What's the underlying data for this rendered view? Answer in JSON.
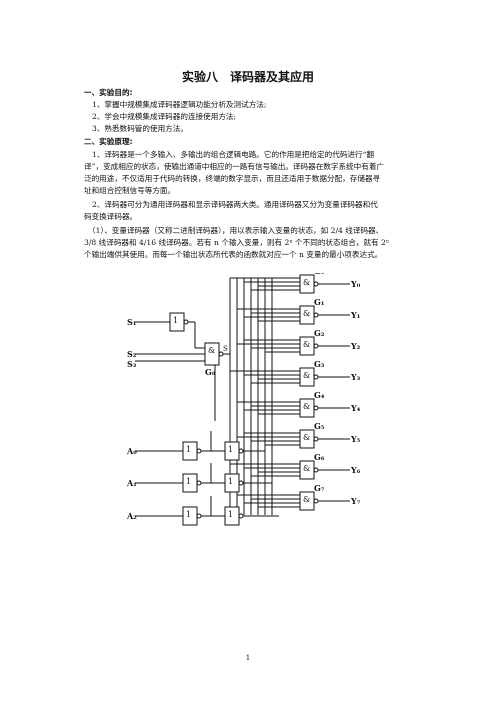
{
  "doc": {
    "title": "实验八　译码器及其应用",
    "sec1_heading": "一、实验目的:",
    "purpose": [
      "1、掌握中规模集成译码器逻辑功能分析及测试方法;",
      "2、学会中规模集成译码器的连接使用方法;",
      "3、熟悉数码管的使用方法。"
    ],
    "sec2_heading": "二、实验原理:",
    "principle_lines": [
      "1、译码器是一个多输入、多输出的组合逻辑电路。它的作用是把给定的代码进行“翻",
      "译”，变成相应的状态，使输出通道中相应的一路有信号输出。译码器在数字系统中有着广",
      "泛的用途，不仅适用于代码的转换，终端的数字显示，而且还适用于数据分配，存储器寻",
      "址和组合控制信号等方面。",
      "2、译码器可分为通用译码器和显示译码器两大类。通用译码器又分为变量译码器和代",
      "码变换译码器。",
      "（1）、变量译码器（又称二进制译码器），用以表示输入变量的状态，如 2/4 线译码器、",
      "3/8 线译码器和 4/16 线译码器。若有 n 个输入变量，则有 2ⁿ 个不同的状态组合，就有 2ⁿ",
      "个输出端供其使用。而每一个输出状态所代表的函数就对应一个 n 变量的最小项表达式。"
    ],
    "page_number": "1"
  },
  "figure": {
    "gate_labels": [
      "G₀",
      "G₁",
      "G₂",
      "G₃",
      "G₄",
      "G₅",
      "G₆",
      "G₇"
    ],
    "output_labels": [
      "Y₀",
      "Y₁",
      "Y₂",
      "Y₃",
      "Y₄",
      "Y₅",
      "Y₆",
      "Y₇"
    ],
    "control_inputs": [
      "S₁",
      "S₂",
      "S₃"
    ],
    "address_inputs": [
      "A₀",
      "A₁",
      "A₂"
    ],
    "enable_gate_label": "G₈",
    "enable_signal": "S",
    "and_symbol": "&",
    "inverter_symbol": "1"
  }
}
